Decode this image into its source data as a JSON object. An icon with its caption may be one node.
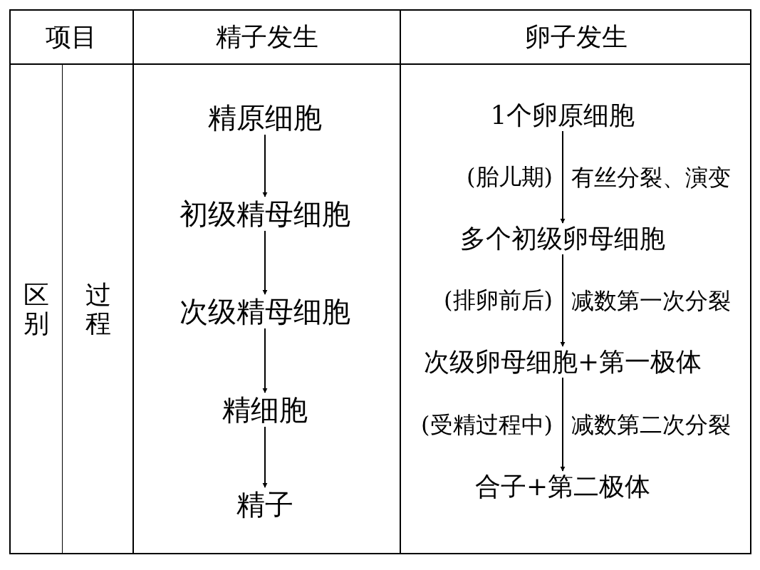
{
  "diagram": {
    "nodes": [
      {
        "text": [
          "精原细胞"
        ]
      },
      {
        "text": [
          "初级精母细胞"
        ]
      },
      {
        "text": [
          "次级精母细胞"
        ]
      },
      {
        "text": [
          "精细胞"
        ]
      },
      {
        "text": [
          "精子"
        ]
      },
      {
        "text": [
          "1个卵原细胞"
        ]
      },
      {
        "text": [
          "多个初级卵母细胞"
        ]
      },
      {
        "text": [
          "次级卵母细胞+第一极体"
        ]
      },
      {
        "text": [
          "合子+第二极体"
        ]
      }
    ],
    "edges": [
      {
        "from": 0,
        "to": 1,
        "arrow": "to"
      },
      {
        "from": 1,
        "to": 2,
        "arrow": "to"
      },
      {
        "from": 2,
        "to": 3,
        "arrow": "to"
      },
      {
        "from": 3,
        "to": 4,
        "arrow": "to"
      },
      {
        "from": 5,
        "to": 6,
        "arrow": "to",
        "label": "有丝分裂、演变"
      },
      {
        "from": 6,
        "to": 7,
        "arrow": "to",
        "label": "减数第一次分裂"
      },
      {
        "from": 7,
        "to": 8,
        "arrow": "to",
        "label": "减数第二次分裂"
      }
    ],
    "labels": [
      "项目",
      "精子发生",
      "卵子发生",
      "区别",
      "过程",
      "(胎儿期)",
      "(排卵前后)",
      "(受精过程中)"
    ]
  }
}
